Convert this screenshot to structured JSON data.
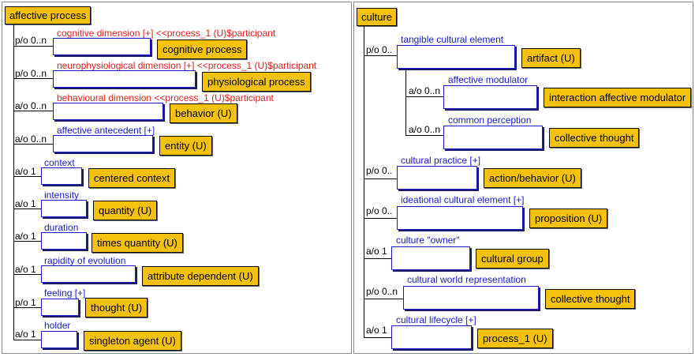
{
  "left": {
    "title": "affective process",
    "rows": [
      {
        "card": "p/o 0..n",
        "label": "cognitive dimension  [+] <<process_1 (U)$participant",
        "red": true,
        "concept": "cognitive process"
      },
      {
        "card": "p/o 0..n",
        "label": "neurophysiological dimension  [+] <<process_1 (U)$participant",
        "red": true,
        "concept": "physiological process"
      },
      {
        "card": "a/o 0..n",
        "label": "behavioural dimension <<process_1 (U)$participant",
        "red": true,
        "concept": "behavior (U)"
      },
      {
        "card": "a/o 0..n",
        "label": "affective antecedent  [+]",
        "red": false,
        "concept": "entity (U)"
      },
      {
        "card": "a/o 1",
        "label": "context",
        "red": false,
        "concept": "centered context"
      },
      {
        "card": "a/o 1",
        "label": "intensity",
        "red": false,
        "concept": "quantity (U)"
      },
      {
        "card": "a/o 1",
        "label": "duration",
        "red": false,
        "concept": "times quantity (U)"
      },
      {
        "card": "a/o 1",
        "label": "rapidity of evolution",
        "red": false,
        "concept": "attribute dependent (U)"
      },
      {
        "card": "p/o 1",
        "label": "feeling  [+]",
        "red": false,
        "concept": "thought (U)"
      },
      {
        "card": "a/o 1",
        "label": "holder",
        "red": false,
        "concept": "singleton agent (U)"
      }
    ]
  },
  "right": {
    "title": "culture",
    "rows": [
      {
        "card": "p/o 0..",
        "label": "tangible cultural element",
        "concept": "artifact (U)"
      },
      {
        "card": "a/o 0..n",
        "label": "affective modulator",
        "concept": "interaction affective modulator"
      },
      {
        "card": "a/o 0..n",
        "label": "common perception",
        "concept": "collective thought"
      },
      {
        "card": "p/o 0..",
        "label": "cultural practice  [+]",
        "concept": "action/behavior (U)"
      },
      {
        "card": "p/o 0..",
        "label": "ideational cultural element  [+]",
        "concept": "proposition (U)"
      },
      {
        "card": "a/o 1",
        "label": "culture \"owner\"",
        "concept": "cultural group"
      },
      {
        "card": "p/o 0..n",
        "label": "cultural world representation",
        "concept": "collective thought"
      },
      {
        "card": "a/o 1",
        "label": "cultural lifecycle  [+]",
        "concept": "process_1 (U)"
      }
    ]
  }
}
